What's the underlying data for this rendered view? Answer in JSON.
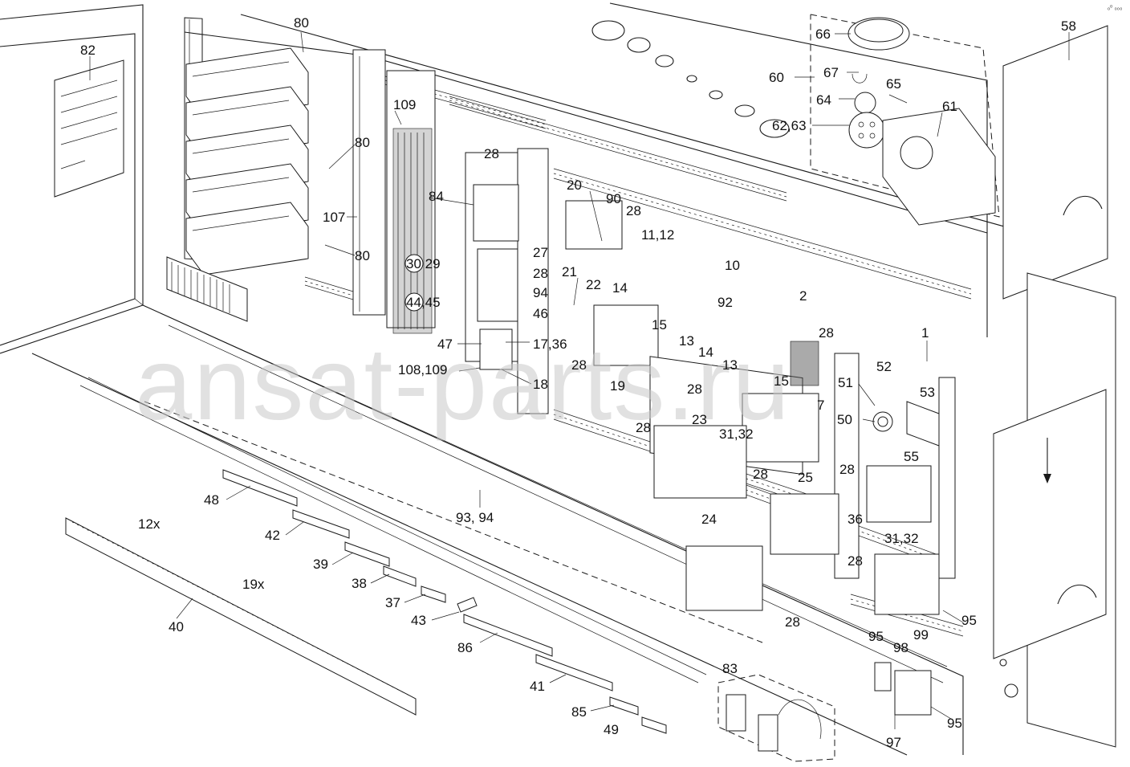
{
  "watermark": "ansat-parts.ru",
  "corner_mark": "ₒ⁰ ₀₀₀",
  "callouts": [
    {
      "id": "80a",
      "text": "80"
    },
    {
      "id": "80b",
      "text": "80"
    },
    {
      "id": "80c",
      "text": "80"
    },
    {
      "id": "82",
      "text": "82"
    },
    {
      "id": "107",
      "text": "107"
    },
    {
      "id": "109a",
      "text": "109"
    },
    {
      "id": "84",
      "text": "84"
    },
    {
      "id": "30_29",
      "text": "30 29"
    },
    {
      "id": "44_45",
      "text": "44,45"
    },
    {
      "id": "47",
      "text": "47"
    },
    {
      "id": "108_109",
      "text": "108,109"
    },
    {
      "id": "28a",
      "text": "28"
    },
    {
      "id": "27",
      "text": "27"
    },
    {
      "id": "28b",
      "text": "28"
    },
    {
      "id": "94a",
      "text": "94"
    },
    {
      "id": "46",
      "text": "46"
    },
    {
      "id": "17_36",
      "text": "17,36"
    },
    {
      "id": "18",
      "text": "18"
    },
    {
      "id": "20",
      "text": "20"
    },
    {
      "id": "90",
      "text": "90"
    },
    {
      "id": "28c",
      "text": "28"
    },
    {
      "id": "11_12",
      "text": "11,12"
    },
    {
      "id": "10",
      "text": "10"
    },
    {
      "id": "21",
      "text": "21"
    },
    {
      "id": "22",
      "text": "22"
    },
    {
      "id": "14a",
      "text": "14"
    },
    {
      "id": "92",
      "text": "92"
    },
    {
      "id": "15a",
      "text": "15"
    },
    {
      "id": "13a",
      "text": "13"
    },
    {
      "id": "14b",
      "text": "14"
    },
    {
      "id": "13b",
      "text": "13"
    },
    {
      "id": "15b",
      "text": "15"
    },
    {
      "id": "28d",
      "text": "28"
    },
    {
      "id": "19",
      "text": "19"
    },
    {
      "id": "2",
      "text": "2"
    },
    {
      "id": "28e",
      "text": "28"
    },
    {
      "id": "1",
      "text": "1"
    },
    {
      "id": "52",
      "text": "52"
    },
    {
      "id": "51",
      "text": "51"
    },
    {
      "id": "53",
      "text": "53"
    },
    {
      "id": "50",
      "text": "50"
    },
    {
      "id": "7",
      "text": "7"
    },
    {
      "id": "28f",
      "text": "28"
    },
    {
      "id": "23",
      "text": "23"
    },
    {
      "id": "31_32a",
      "text": "31,32"
    },
    {
      "id": "28g",
      "text": "28"
    },
    {
      "id": "28h",
      "text": "28"
    },
    {
      "id": "28i",
      "text": "28"
    },
    {
      "id": "25",
      "text": "25"
    },
    {
      "id": "24",
      "text": "24"
    },
    {
      "id": "55",
      "text": "55"
    },
    {
      "id": "36",
      "text": "36"
    },
    {
      "id": "31_32b",
      "text": "31,32"
    },
    {
      "id": "28j",
      "text": "28"
    },
    {
      "id": "95a",
      "text": "95"
    },
    {
      "id": "28k",
      "text": "28"
    },
    {
      "id": "95b",
      "text": "95"
    },
    {
      "id": "98",
      "text": "98"
    },
    {
      "id": "99",
      "text": "99"
    },
    {
      "id": "95c",
      "text": "95"
    },
    {
      "id": "97",
      "text": "97"
    },
    {
      "id": "83",
      "text": "83"
    },
    {
      "id": "66",
      "text": "66"
    },
    {
      "id": "60",
      "text": "60"
    },
    {
      "id": "67",
      "text": "67"
    },
    {
      "id": "65",
      "text": "65"
    },
    {
      "id": "64",
      "text": "64"
    },
    {
      "id": "61",
      "text": "61"
    },
    {
      "id": "62_63",
      "text": "62,63"
    },
    {
      "id": "58",
      "text": "58"
    },
    {
      "id": "48",
      "text": "48"
    },
    {
      "id": "42",
      "text": "42"
    },
    {
      "id": "39",
      "text": "39"
    },
    {
      "id": "38",
      "text": "38"
    },
    {
      "id": "37",
      "text": "37"
    },
    {
      "id": "43",
      "text": "43"
    },
    {
      "id": "12x",
      "text": "12x"
    },
    {
      "id": "19x",
      "text": "19x"
    },
    {
      "id": "40",
      "text": "40"
    },
    {
      "id": "93_94",
      "text": "93, 94"
    },
    {
      "id": "86",
      "text": "86"
    },
    {
      "id": "41",
      "text": "41"
    },
    {
      "id": "85",
      "text": "85"
    },
    {
      "id": "49",
      "text": "49"
    }
  ]
}
